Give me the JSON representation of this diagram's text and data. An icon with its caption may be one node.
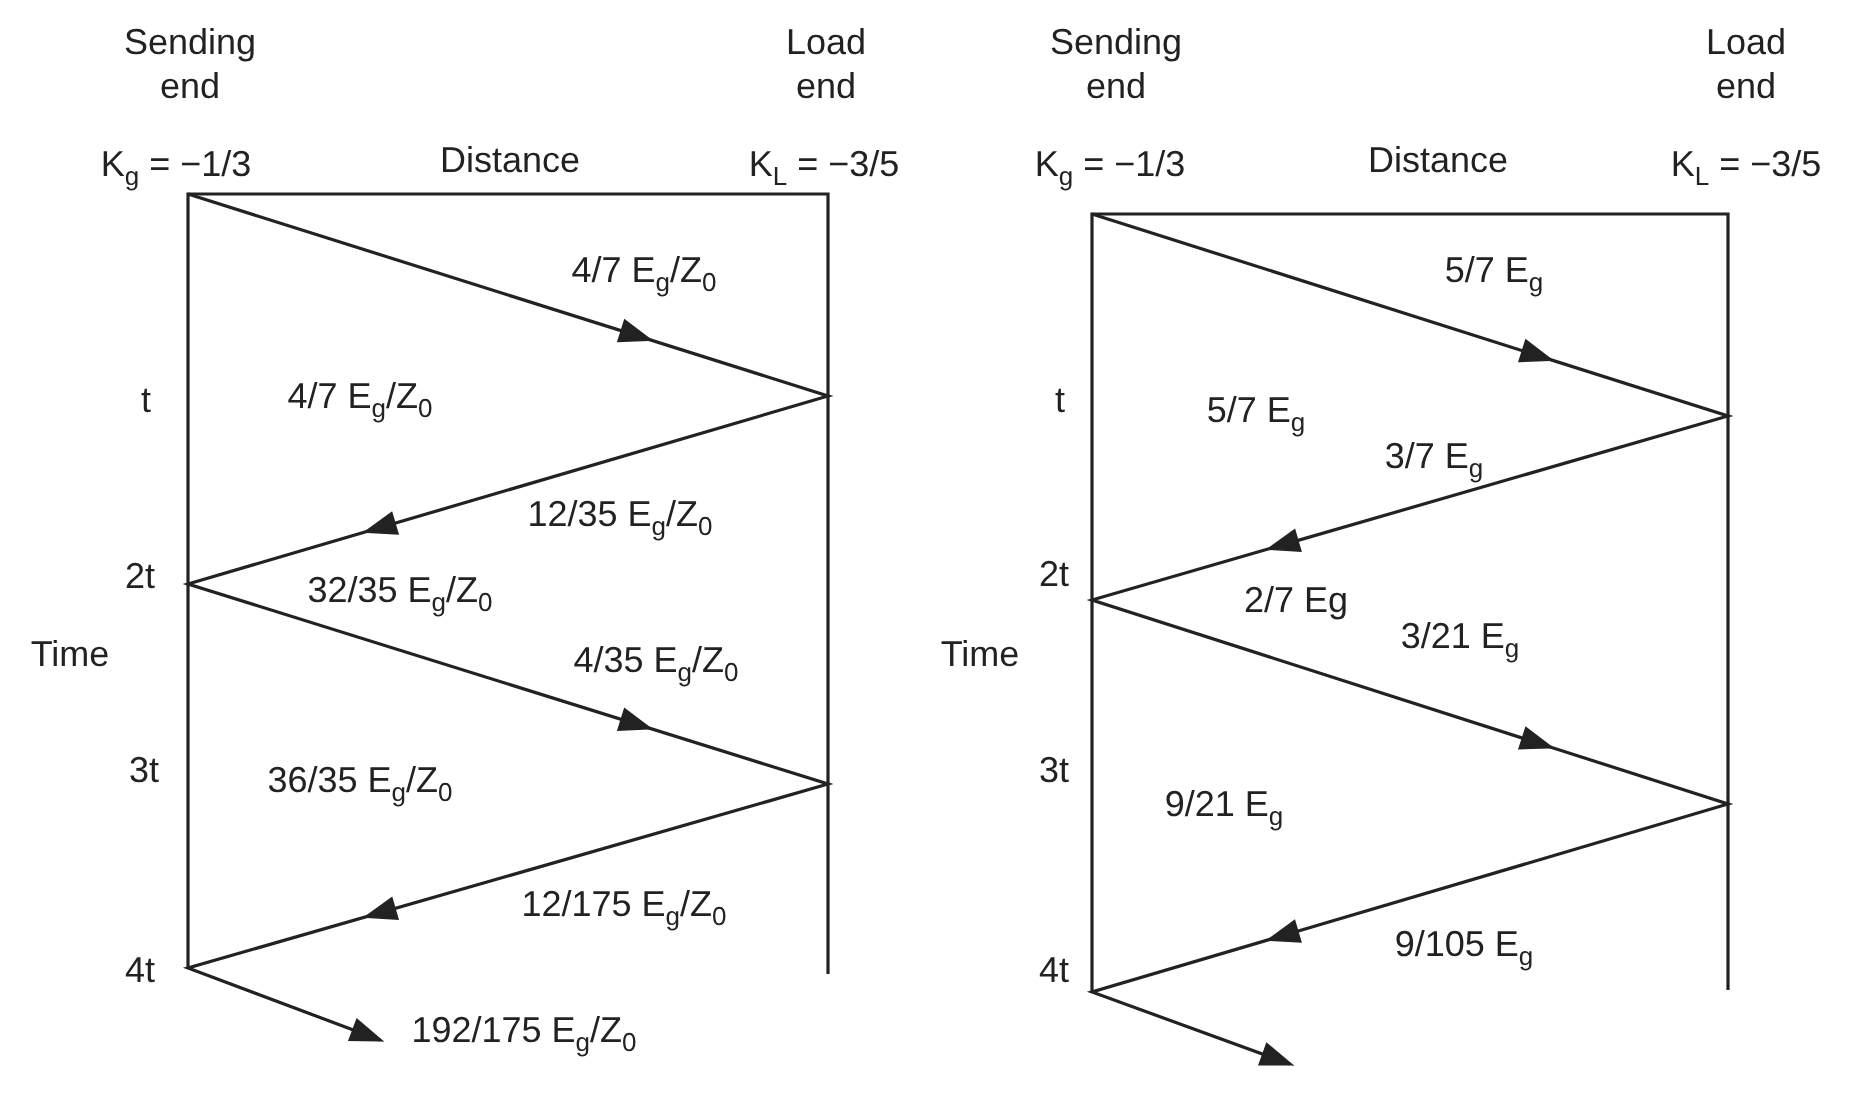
{
  "diagram": {
    "labels": [
      "Sending end",
      "K$_{g}$ = −1/3",
      "Distance",
      "Load end",
      "K$_{L}$ = −3/5",
      "4/7 E$_{g}$/Z$_{0}$",
      "t",
      "4/7 E$_{g}$/Z$_{0}$",
      "12/35 E$_{g}$/Z$_{0}$",
      "2t",
      "32/35 E$_{g}$/Z$_{0}$",
      "Time",
      "4/35 E$_{g}$/Z$_{0}$",
      "3t",
      "36/35 E$_{g}$/Z$_{0}$",
      "12/175 E$_{g}$/Z$_{0}$",
      "4t",
      "192/175 E$_{g}$/Z$_{0}$",
      "Sending end",
      "K$_{g}$ = −1/3",
      "Distance",
      "Load end",
      "K$_{L}$ = −3/5",
      "5/7 E$_{g}$",
      "t",
      "5/7 E$_{g}$",
      "3/7 E$_{g}$",
      "2t",
      "2/7 Eg",
      "Time",
      "3/21 E$_{g}$",
      "3t",
      "9/21 E$_{g}$",
      "9/105 E$_{g}$",
      "4t"
    ]
  }
}
